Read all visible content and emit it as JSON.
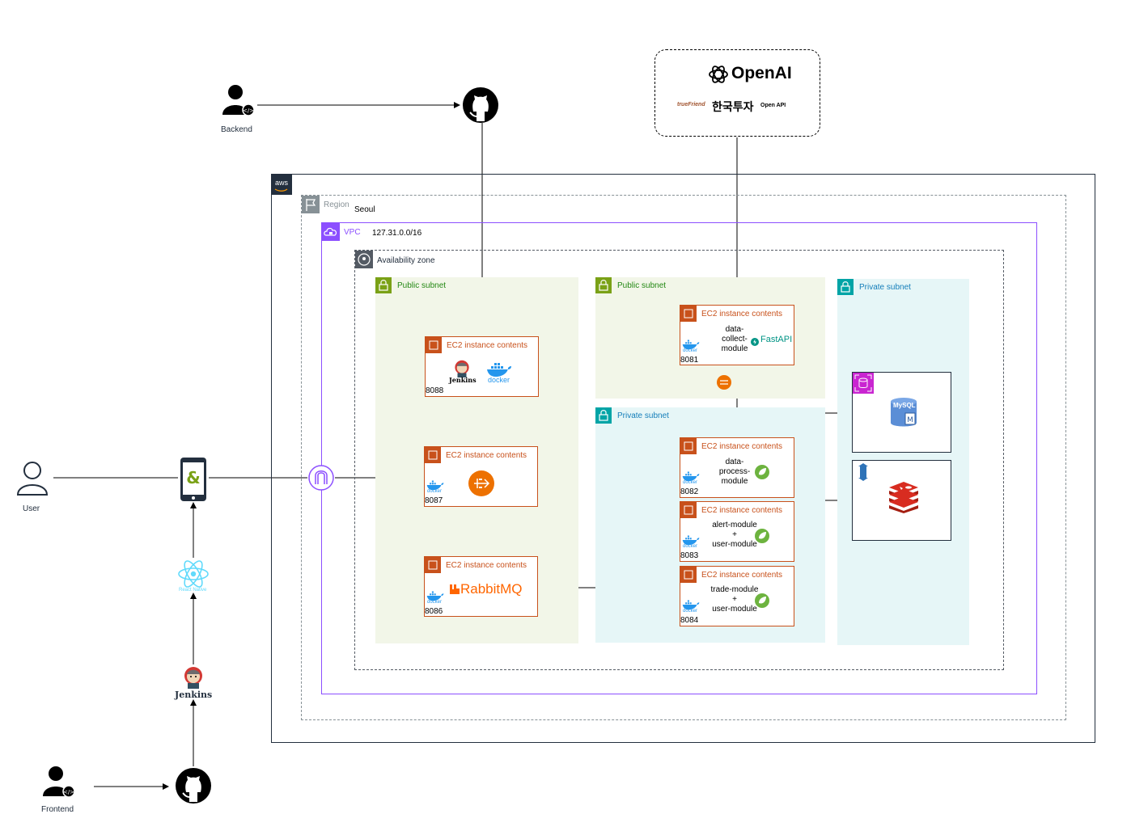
{
  "actors": {
    "backend": "Backend",
    "frontend": "Frontend",
    "user": "User"
  },
  "external": {
    "openai": "OpenAI",
    "truefriend": "trueFriend",
    "kis": "한국투자",
    "kis_api": "Open API"
  },
  "aws": {
    "logo": "aws",
    "region_label": "Region",
    "region_name": "Seoul",
    "vpc_label": "VPC",
    "vpc_cidr": "127.31.0.0/16",
    "az_label": "Availability zone"
  },
  "subnets": {
    "public1": "Public subnet",
    "public2": "Public subnet",
    "private1": "Private subnet",
    "private2": "Private subnet"
  },
  "ec2": {
    "title": "EC2 instance contents",
    "jenkins": {
      "port": "8088",
      "jenkins_label": "Jenkins",
      "docker_label": "docker"
    },
    "gateway": {
      "port": "8087"
    },
    "rabbit": {
      "port": "8086",
      "brand": "RabbitMQ"
    },
    "collect": {
      "port": "8081",
      "module": "data-\ncollect-\nmodule",
      "fastapi": "FastAPI"
    },
    "process": {
      "port": "8082",
      "module": "data-\nprocess-\nmodule"
    },
    "alert": {
      "port": "8083",
      "module": "alert-module\n+\nuser-module"
    },
    "trade": {
      "port": "8084",
      "module": "trade-module\n+\nuser-module"
    }
  },
  "db": {
    "mysql": "MySQL"
  },
  "frontend_chain": {
    "react_label": "React Native",
    "jenkins_label": "Jenkins"
  },
  "docker_word": "docker",
  "colors": {
    "ec2": "#c8511b",
    "vpc": "#8c4fff",
    "public_fill": "#f2f6e8",
    "public_border": "#7aa116",
    "private_fill": "#e6f6f7",
    "private_border": "#147eba",
    "private_icon": "#00a4a6",
    "rds": "#c925d1"
  }
}
